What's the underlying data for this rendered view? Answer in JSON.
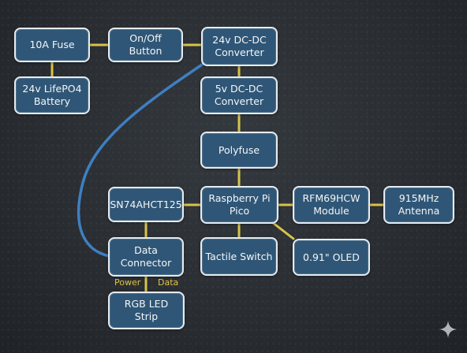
{
  "diagram": {
    "nodes": [
      {
        "id": "fuse",
        "text": "10A Fuse"
      },
      {
        "id": "onoff",
        "text": "On/Off Button"
      },
      {
        "id": "dcdc24",
        "text": "24v DC-DC\nConverter"
      },
      {
        "id": "battery",
        "text": "24v LifePO4\nBattery"
      },
      {
        "id": "dcdc5",
        "text": "5v DC-DC\nConverter"
      },
      {
        "id": "polyfuse",
        "text": "Polyfuse"
      },
      {
        "id": "sn74",
        "text": "SN74AHCT125"
      },
      {
        "id": "pico",
        "text": "Raspberry Pi\nPico"
      },
      {
        "id": "rfm",
        "text": "RFM69HCW\nModule"
      },
      {
        "id": "antenna",
        "text": "915MHz\nAntenna"
      },
      {
        "id": "dataconn",
        "text": "Data\nConnector"
      },
      {
        "id": "tactile",
        "text": "Tactile Switch"
      },
      {
        "id": "oled",
        "text": "0.91\" OLED"
      },
      {
        "id": "ledstrip",
        "text": "RGB LED Strip"
      }
    ],
    "wire_labels": {
      "power": "Power",
      "data": "Data"
    },
    "colors": {
      "box_fill": "#2f5676",
      "box_border": "#e6ebef",
      "wire": "#e3c441",
      "curve": "#3f7fc2",
      "label": "#e3c441"
    }
  }
}
